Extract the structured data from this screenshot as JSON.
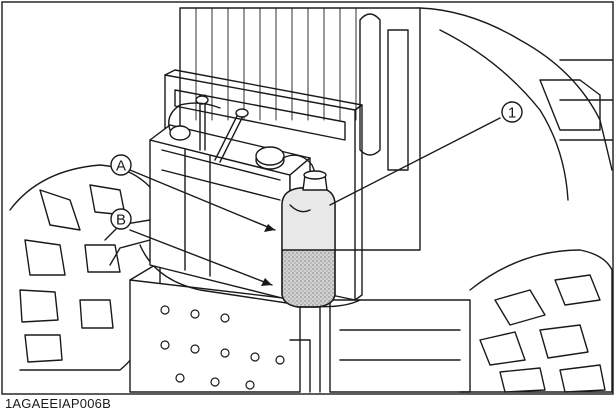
{
  "figure": {
    "code": "1AGAEEIAP006B"
  },
  "callouts": {
    "one": "1",
    "a": "A",
    "b": "B"
  },
  "colors": {
    "ink": "#1a1a1a",
    "tank_fill": "#bdbdbd",
    "background": "#ffffff"
  }
}
